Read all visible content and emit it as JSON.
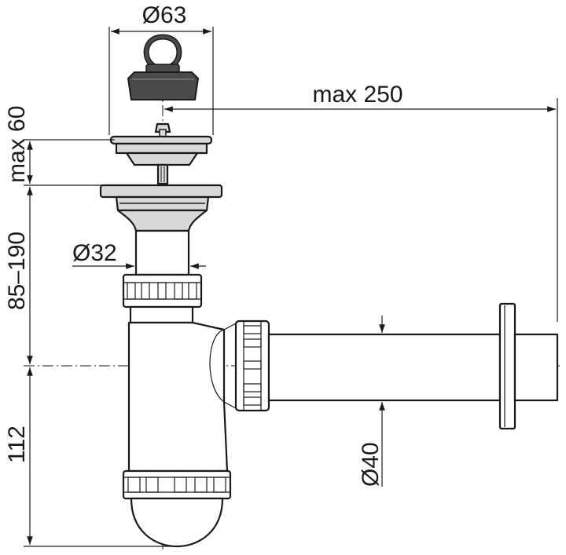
{
  "dimensions": {
    "stopper_diameter": "Ø63",
    "max_reach": "max 250",
    "max_height": "max 60",
    "height_range": "85–190",
    "inlet_diameter": "Ø32",
    "trap_height": "112",
    "outlet_diameter": "Ø40"
  },
  "colors": {
    "line": "#1a1a1a",
    "metal_fill": "#d9d9d9",
    "stopper_fill": "#4a4a4a",
    "pipe_fill": "#ffffff",
    "background": "#ffffff"
  }
}
